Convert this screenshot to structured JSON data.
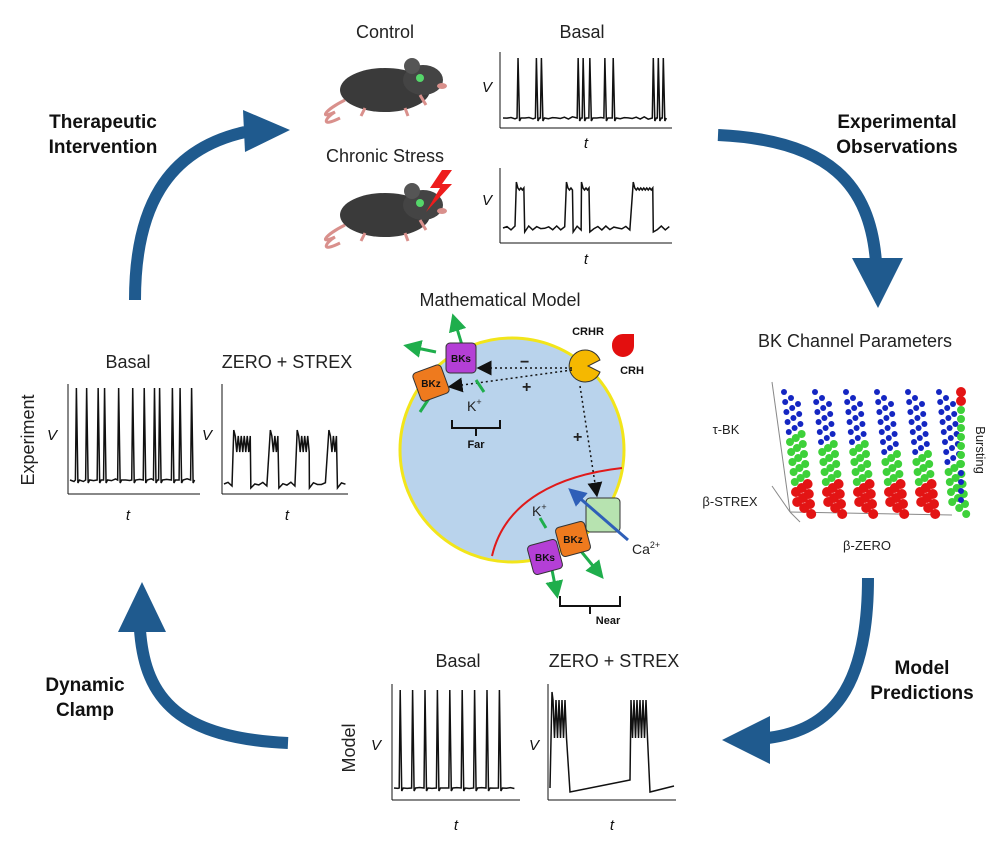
{
  "colors": {
    "arrow": "#1f5a8e",
    "cell_fill": "#b9d3ec",
    "cell_border": "#f2e51a",
    "bkz": "#ee7a1e",
    "bks": "#b43fd6",
    "crhr": "#f5b800",
    "crh": "#e30f0f",
    "ca_channel": "#b7e3b0",
    "dot_blue": "#1426c2",
    "dot_green": "#3ed13a",
    "dot_red": "#e31414",
    "trace": "#111111"
  },
  "top": {
    "control_label": "Control",
    "chronic_stress_label": "Chronic Stress",
    "basal_label": "Basal",
    "v_label": "V",
    "t_label": "t"
  },
  "cycle": {
    "therapeutic": [
      "Therapeutic",
      "Intervention"
    ],
    "experimental": [
      "Experimental",
      "Observations"
    ],
    "model_predictions": [
      "Model",
      "Predictions"
    ],
    "dynamic_clamp": [
      "Dynamic",
      "Clamp"
    ]
  },
  "experiment_panel": {
    "side_label": "Experiment",
    "basal_label": "Basal",
    "strex_label": "ZERO + STREX",
    "v_label": "V",
    "t_label": "t"
  },
  "model_panel": {
    "side_label": "Model",
    "basal_label": "Basal",
    "strex_label": "ZERO + STREX",
    "v_label": "V",
    "t_label": "t"
  },
  "math_model": {
    "title": "Mathematical Model",
    "crhr": "CRHR",
    "crh": "CRH",
    "minus": "−",
    "plus1": "+",
    "plus2": "+",
    "bks": "BKs",
    "bkz": "BKz",
    "k_plus": "K",
    "k_sup": "+",
    "ca": "Ca",
    "ca_sup": "2+",
    "far": "Far",
    "near": "Near"
  },
  "bk_params": {
    "title": "BK Channel Parameters",
    "tau_bk": "τ-BK",
    "beta_strex": "β-STREX",
    "beta_zero": "β-ZERO",
    "bursting": "Bursting"
  }
}
